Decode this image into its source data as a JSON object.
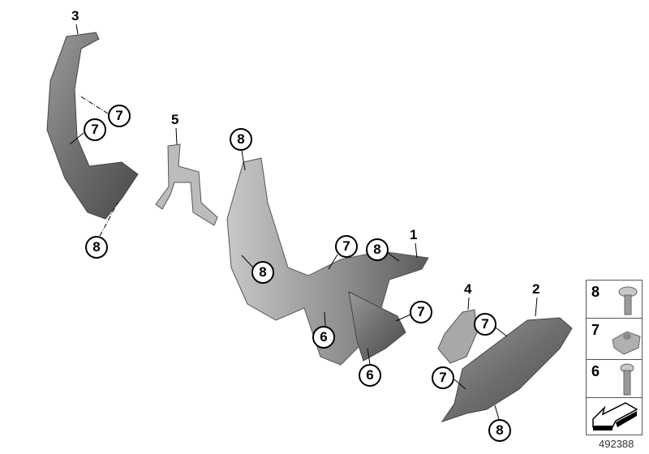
{
  "callouts": {
    "part3": "3",
    "c7a": "7",
    "c7b": "7",
    "c8a": "8",
    "part5": "5",
    "c8b": "8",
    "c8c": "8",
    "c7c": "7",
    "c8d": "8",
    "part1": "1",
    "c7d": "7",
    "c6a": "6",
    "c6b": "6",
    "part4": "4",
    "part2": "2",
    "c7e": "7",
    "c7f": "7",
    "c8e": "8"
  },
  "legend": [
    {
      "number": "8",
      "icon": "torx-screw-icon"
    },
    {
      "number": "7",
      "icon": "clip-nut-icon"
    },
    {
      "number": "6",
      "icon": "torx-bolt-icon"
    },
    {
      "number": "",
      "icon": "direction-arrow-icon"
    }
  ],
  "diagram_id": "492388"
}
